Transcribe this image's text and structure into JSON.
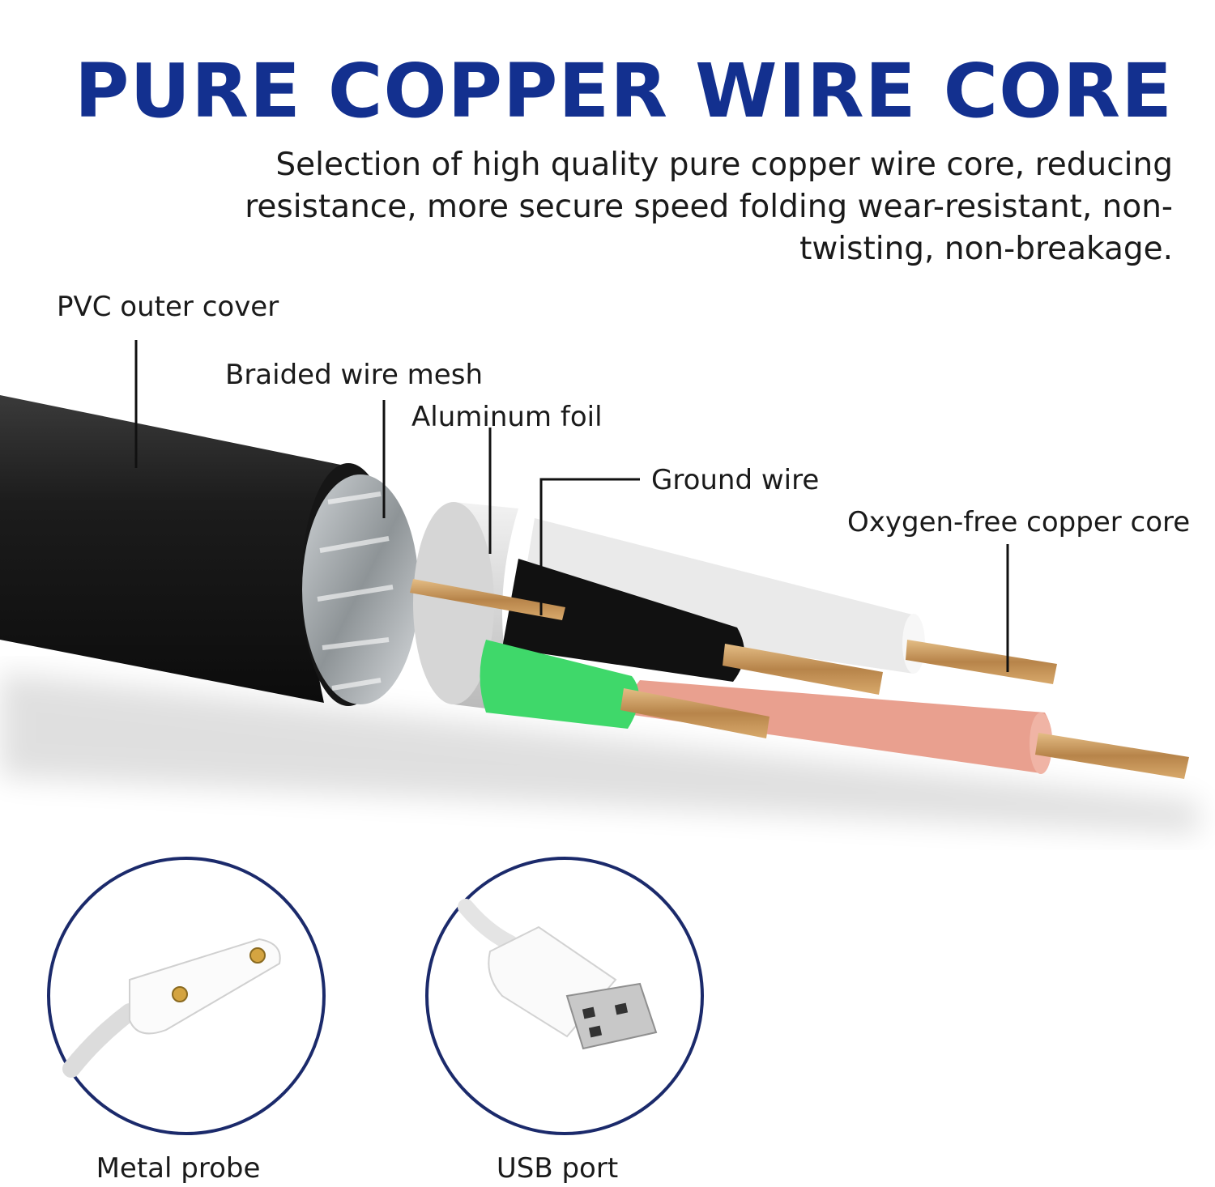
{
  "title": "PURE COPPER WIRE CORE",
  "subtitle": "Selection of high quality pure copper wire core, reducing resistance, more secure speed folding wear-resistant, non-twisting, non-breakage.",
  "labels": {
    "pvc": "PVC outer cover",
    "braided": "Braided wire mesh",
    "foil": "Aluminum foil",
    "ground": "Ground wire",
    "copper": "Oxygen-free copper core"
  },
  "captions": {
    "probe": "Metal probe",
    "usb": "USB port"
  },
  "colors": {
    "title": "#13308f",
    "circle_border": "#1b2a6b",
    "jacket": "#1f1f1f",
    "copper": "#c89a5c",
    "green_wire": "#3fd86a",
    "red_wire": "#e9a08f",
    "white_wire": "#ececec"
  },
  "icons": [
    "charger-probe-icon",
    "usb-plug-icon"
  ]
}
